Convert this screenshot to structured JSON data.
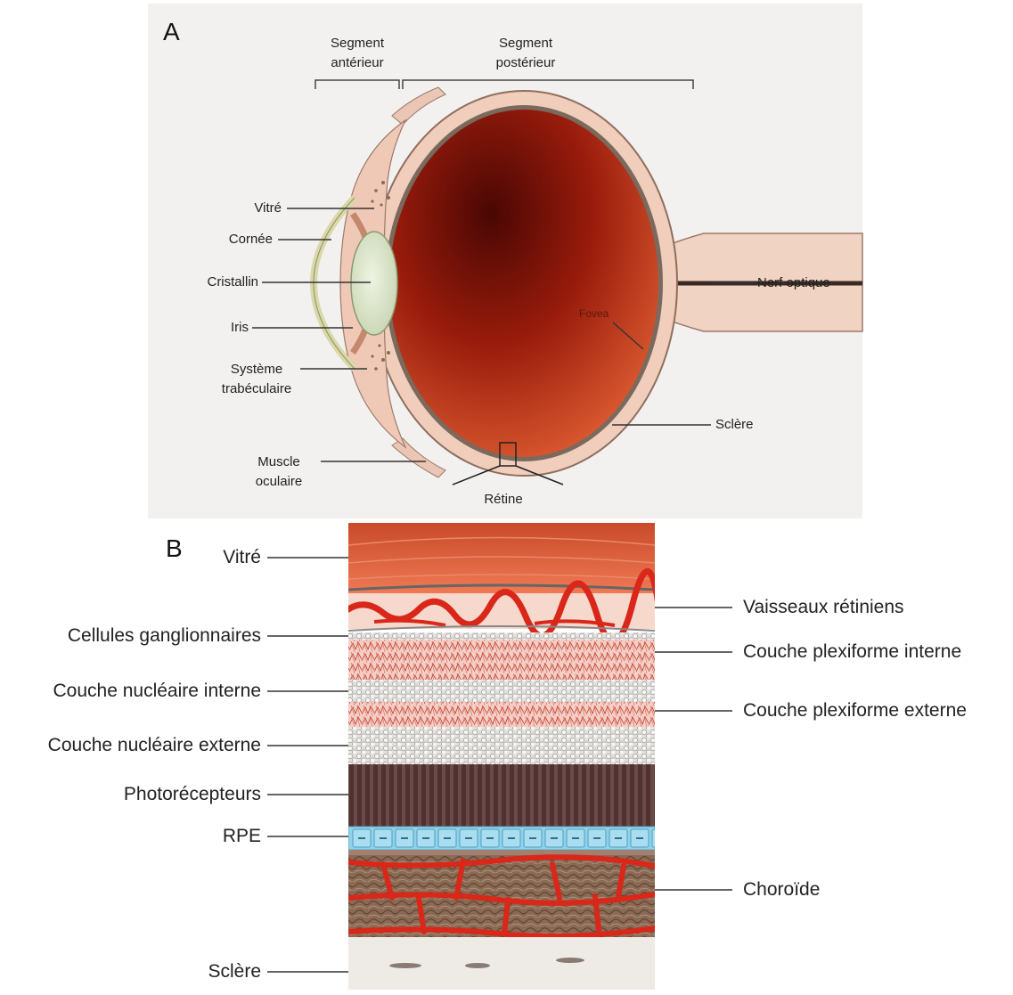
{
  "panel_a": {
    "letter": "A",
    "segment_anterior": [
      "Segment",
      "antérieur"
    ],
    "segment_posterior": [
      "Segment",
      "postérieur"
    ],
    "labels": {
      "vitre": "Vitré",
      "cornee": "Cornée",
      "cristallin": "Cristallin",
      "iris": "Iris",
      "systeme_trabeculaire": [
        "Système",
        "trabéculaire"
      ],
      "muscle_oculaire": [
        "Muscle",
        "oculaire"
      ],
      "retine": "Rétine",
      "nerf_optique": "Nerf optique",
      "fovea": "Fovea",
      "sclere": "Sclère"
    }
  },
  "panel_b": {
    "letter": "B",
    "left_labels": {
      "vitre": "Vitré",
      "cellules_ganglionnaires": "Cellules ganglionnaires",
      "couche_nucleaire_interne": "Couche nucléaire interne",
      "couche_nucleaire_externe": "Couche nucléaire externe",
      "photorecepteurs": "Photorécepteurs",
      "rpe": "RPE",
      "sclere": "Sclère"
    },
    "right_labels": {
      "vaisseaux_retiniens": "Vaisseaux rétiniens",
      "couche_plexiforme_interne": "Couche plexiforme interne",
      "couche_plexiforme_externe": "Couche plexiforme externe",
      "choroide": "Choroïde"
    }
  },
  "colors": {
    "panel_a_bg": "#f2f1ef",
    "vitreous_dark": "#5a0b05",
    "vitreous_light": "#e8582d",
    "sclera_tissue": "#f1cdbb",
    "lens": "#dfe8cf",
    "vessel_red": "#d9271a",
    "rpe_blue": "#8fd2ea",
    "photoreceptor": "#5a3a38",
    "leader_line": "#333333"
  }
}
